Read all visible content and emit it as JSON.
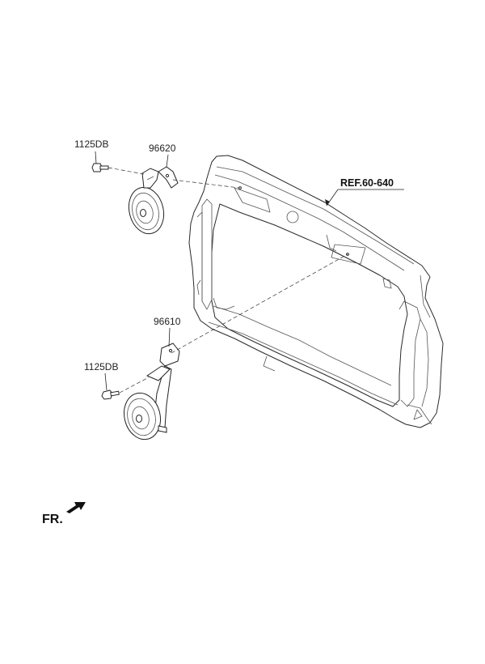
{
  "labels": {
    "bolt_upper": "1125DB",
    "horn_upper": "96620",
    "horn_lower": "96610",
    "bolt_lower": "1125DB",
    "reference": "REF.60-640",
    "front": "FR."
  }
}
